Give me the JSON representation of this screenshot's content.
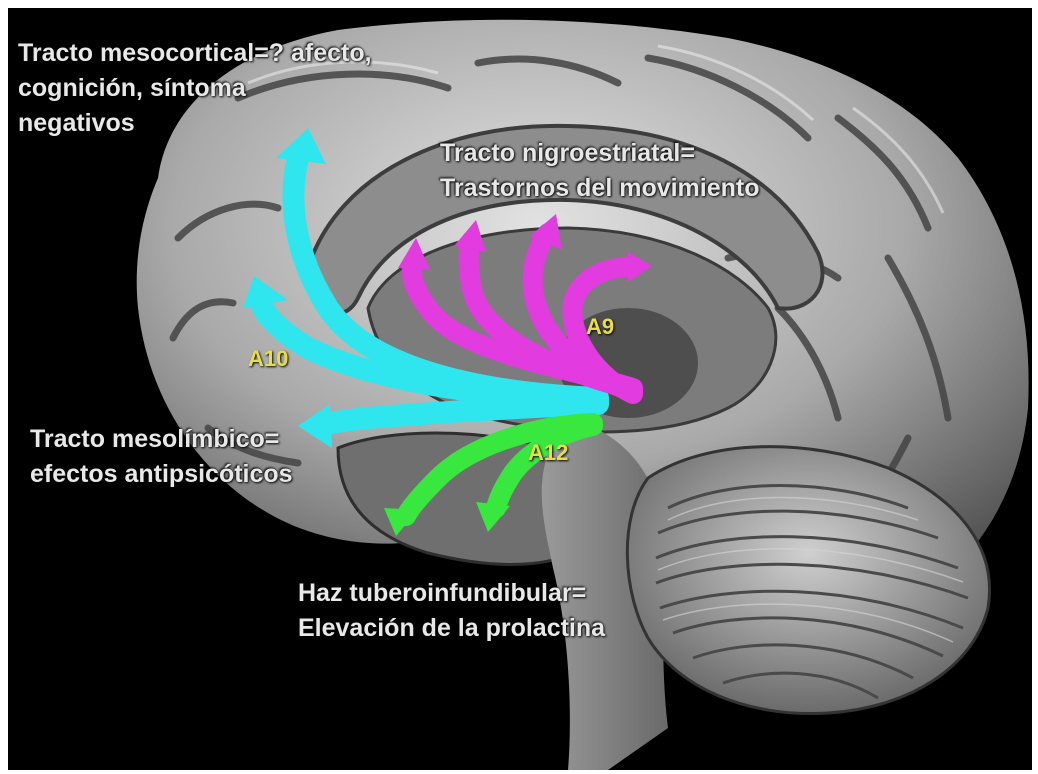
{
  "labels": {
    "mesocortical": [
      "Tracto mesocortical=? afecto,",
      "cognición, síntoma",
      "negativos"
    ],
    "nigrostriatal": [
      "Tracto nigroestriatal=",
      "Trastornos del movimiento"
    ],
    "mesolimbic": [
      "Tracto mesolímbico=",
      "efectos antipsicóticos"
    ],
    "tuberoinfundibular": [
      "Haz tuberoinfundibular=",
      "Elevación de la prolactina"
    ]
  },
  "nuclei": {
    "a9": "A9",
    "a10": "A10",
    "a12": "A12"
  },
  "colors": {
    "mesocortical": "#2fe6ee",
    "nigrostriatal": "#e23be0",
    "tuberoinfundibular": "#39e83e",
    "nucleus_label": "#e9dd4a",
    "background": "#000000"
  }
}
